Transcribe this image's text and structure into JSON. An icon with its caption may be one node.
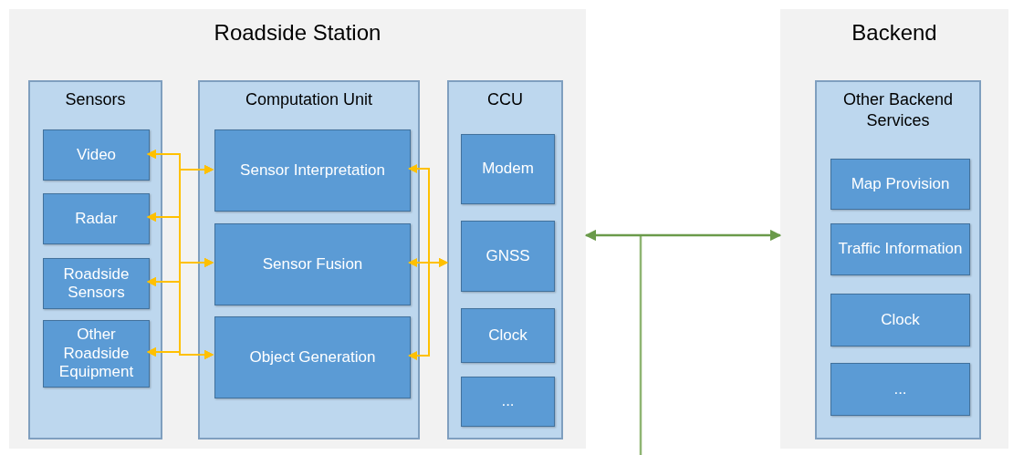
{
  "diagram": {
    "nodes": [
      {
        "text": [
          "Roadside Station"
        ]
      },
      {
        "text": [
          "Sensors"
        ],
        "in": 0
      },
      {
        "text": [
          "Video"
        ],
        "in": 1
      },
      {
        "text": [
          "Radar"
        ],
        "in": 1
      },
      {
        "text": [
          "Roadside Sensors"
        ],
        "in": 1
      },
      {
        "text": [
          "Other Roadside Equipment"
        ],
        "in": 1
      },
      {
        "text": [
          "Computation Unit"
        ],
        "in": 0
      },
      {
        "text": [
          "Sensor Interpretation"
        ],
        "in": 6
      },
      {
        "text": [
          "Sensor Fusion"
        ],
        "in": 6
      },
      {
        "text": [
          "Object Generation"
        ],
        "in": 6
      },
      {
        "text": [
          "CCU"
        ],
        "in": 0
      },
      {
        "text": [
          "Modem"
        ],
        "in": 10
      },
      {
        "text": [
          "GNSS"
        ],
        "in": 10
      },
      {
        "text": [
          "Clock"
        ],
        "in": 10
      },
      {
        "text": [
          "..."
        ],
        "in": 10
      },
      {
        "text": [
          "Backend"
        ]
      },
      {
        "text": [
          "Other Backend Services"
        ],
        "in": 15
      },
      {
        "text": [
          "Map Provision"
        ],
        "in": 16
      },
      {
        "text": [
          "Traffic Information"
        ],
        "in": 16
      },
      {
        "text": [
          "Clock"
        ],
        "in": 16
      },
      {
        "text": [
          "..."
        ],
        "in": 16
      }
    ],
    "edges": [
      {
        "from": 2,
        "to": 7,
        "arrow": "both"
      },
      {
        "from": 2,
        "to": 8,
        "arrow": "both"
      },
      {
        "from": 2,
        "to": 9,
        "arrow": "both"
      },
      {
        "from": 3,
        "to": 7,
        "arrow": "both"
      },
      {
        "from": 3,
        "to": 8,
        "arrow": "both"
      },
      {
        "from": 3,
        "to": 9,
        "arrow": "both"
      },
      {
        "from": 4,
        "to": 7,
        "arrow": "both"
      },
      {
        "from": 4,
        "to": 8,
        "arrow": "both"
      },
      {
        "from": 4,
        "to": 9,
        "arrow": "both"
      },
      {
        "from": 5,
        "to": 7,
        "arrow": "both"
      },
      {
        "from": 5,
        "to": 8,
        "arrow": "both"
      },
      {
        "from": 5,
        "to": 9,
        "arrow": "both"
      },
      {
        "from": 7,
        "to": 10,
        "arrow": "both"
      },
      {
        "from": 8,
        "to": 10,
        "arrow": "both"
      },
      {
        "from": 9,
        "to": 10,
        "arrow": "both"
      },
      {
        "from": 0,
        "to": 15,
        "arrow": "both",
        "color": "#6a9a4a"
      }
    ]
  }
}
